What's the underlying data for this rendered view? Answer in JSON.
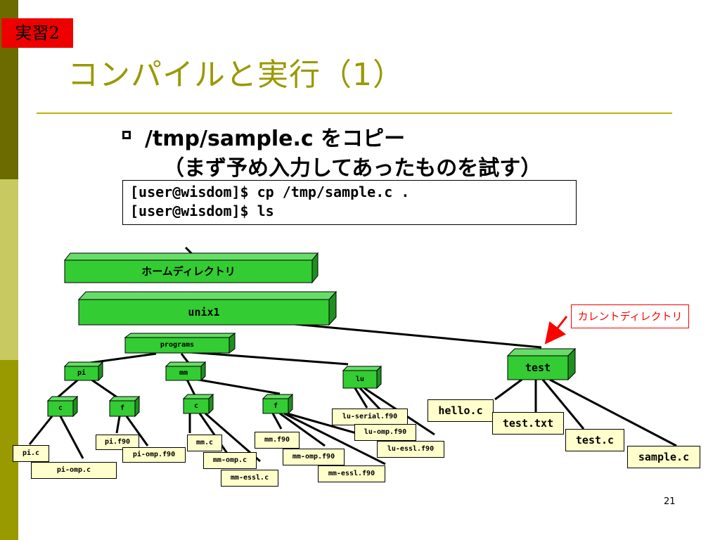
{
  "slide": {
    "tag": "実習2",
    "title": "コンパイルと実行（1）",
    "bullet_line1": "/tmp/sample.c をコピー",
    "bullet_line2": "（まず予め入力してあったものを試す）",
    "terminal": {
      "line1": "[user@wisdom]$ cp /tmp/sample.c .",
      "line2": "[user@wisdom]$ ls"
    },
    "page_number": "21"
  },
  "tree": {
    "home": "ホームディレクトリ",
    "unix1": "unix1",
    "programs": "programs",
    "pi": "pi",
    "mm": "mm",
    "lu": "lu",
    "pi_c": "c",
    "pi_f": "f",
    "mm_c": "c",
    "mm_f": "f",
    "test": "test",
    "current_label": "カレントディレクトリ",
    "files": {
      "pi_c": "pi.c",
      "pi_omp_c": "pi-omp.c",
      "pi_f90": "pi.f90",
      "pi_omp_f90": "pi-omp.f90",
      "mm_c": "mm.c",
      "mm_omp_c": "mm-omp.c",
      "mm_essl_c": "mm-essl.c",
      "mm_f90": "mm.f90",
      "mm_omp_f90": "mm-omp.f90",
      "mm_essl_f90": "mm-essl.f90",
      "lu_serial_f90": "lu-serial.f90",
      "lu_omp_f90": "lu-omp.f90",
      "lu_essl_f90": "lu-essl.f90",
      "hello_c": "hello.c",
      "test_txt": "test.txt",
      "test_c": "test.c",
      "sample_c": "sample.c"
    }
  },
  "colors": {
    "box_fill": "#33cc33",
    "box_top": "#66dd66",
    "box_side": "#1f8f1f",
    "file_fill": "#ffffcc",
    "title": "#999900",
    "accent_red": "#ff0000"
  }
}
